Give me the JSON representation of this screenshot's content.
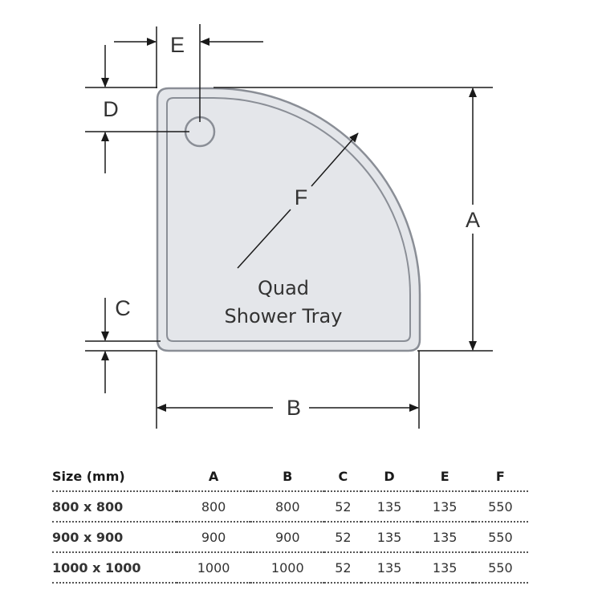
{
  "diagram": {
    "label_a": "A",
    "label_b": "B",
    "label_c": "C",
    "label_d": "D",
    "label_e": "E",
    "label_f": "F",
    "tray_line1": "Quad",
    "tray_line2": "Shower Tray",
    "colors": {
      "tray_fill": "#e4e6ea",
      "tray_outline": "#8a8e96",
      "lines": "#1a1a1a"
    }
  },
  "table": {
    "headers": [
      "Size (mm)",
      "A",
      "B",
      "C",
      "D",
      "E",
      "F"
    ],
    "rows": [
      [
        "800 x 800",
        "800",
        "800",
        "52",
        "135",
        "135",
        "550"
      ],
      [
        "900 x 900",
        "900",
        "900",
        "52",
        "135",
        "135",
        "550"
      ],
      [
        "1000 x 1000",
        "1000",
        "1000",
        "52",
        "135",
        "135",
        "550"
      ]
    ]
  }
}
